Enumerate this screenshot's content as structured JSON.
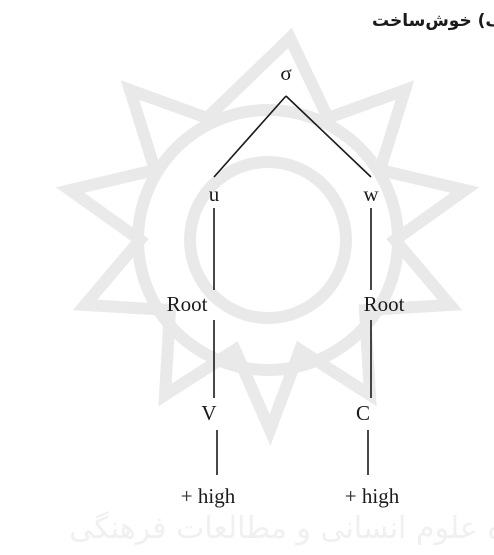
{
  "caption": "الف) خوش‌ساخت",
  "watermark": {
    "text": "پژوهشگاه علوم انسانی و مطالعات فرهنگی"
  },
  "tree": {
    "nodes": [
      {
        "id": "sigma",
        "label": "σ"
      },
      {
        "id": "u",
        "label": "u"
      },
      {
        "id": "w",
        "label": "w"
      },
      {
        "id": "root-left",
        "label": "Root"
      },
      {
        "id": "root-right",
        "label": "Root"
      },
      {
        "id": "v",
        "label": "V"
      },
      {
        "id": "c",
        "label": "C"
      },
      {
        "id": "high-left",
        "label": "+ high"
      },
      {
        "id": "high-right",
        "label": "+ high"
      }
    ],
    "edges": [
      {
        "from": "sigma",
        "to": "u"
      },
      {
        "from": "sigma",
        "to": "w"
      },
      {
        "from": "u",
        "to": "root-left"
      },
      {
        "from": "w",
        "to": "root-right"
      },
      {
        "from": "root-left",
        "to": "v"
      },
      {
        "from": "root-right",
        "to": "c"
      },
      {
        "from": "v",
        "to": "high-left"
      },
      {
        "from": "c",
        "to": "high-right"
      }
    ]
  }
}
